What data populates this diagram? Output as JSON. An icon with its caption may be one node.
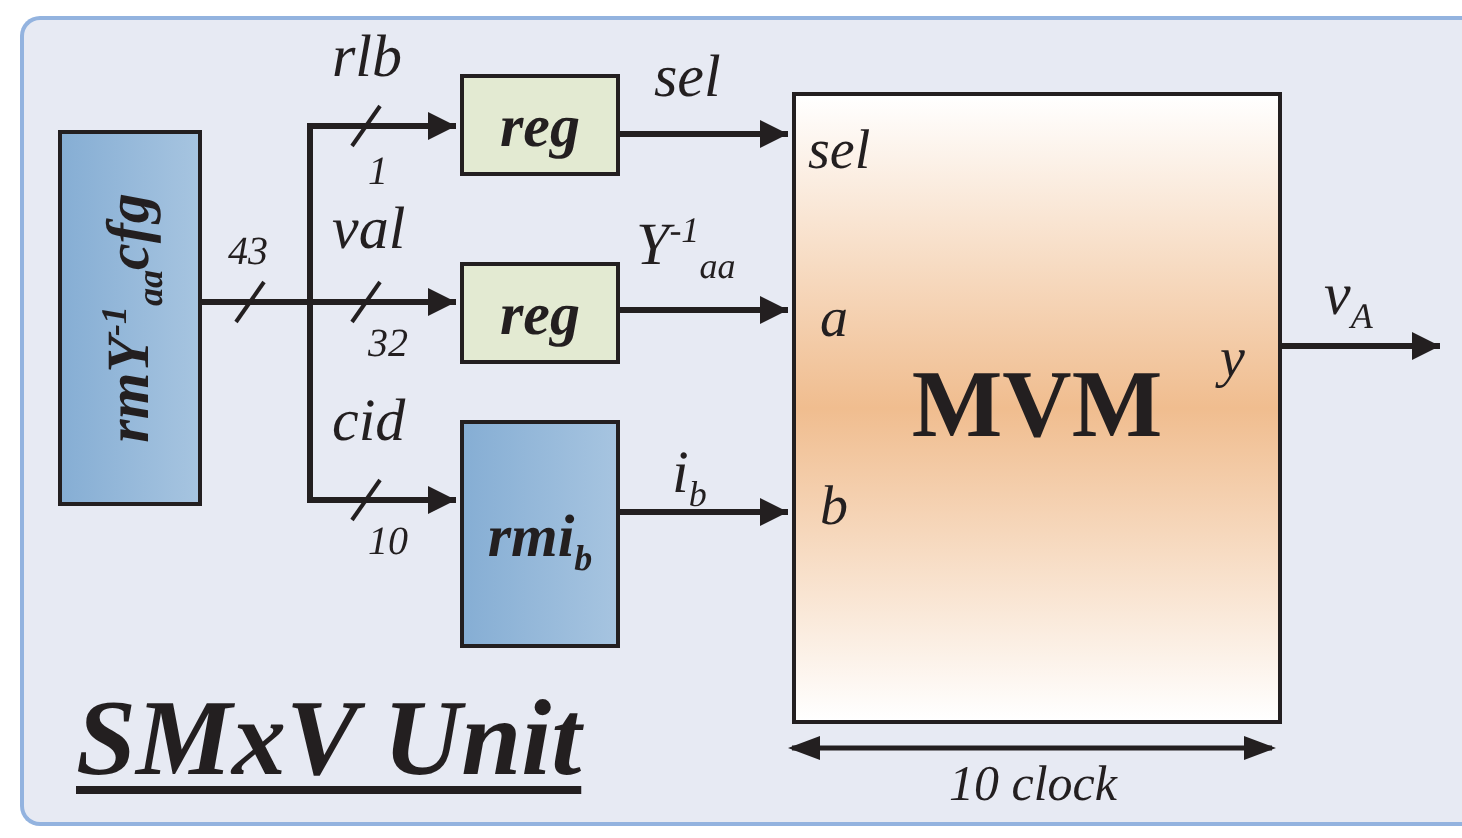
{
  "diagram": {
    "nodes": [
      {
        "text": [
          "SMxV Unit"
        ]
      },
      {
        "text": [
          "rmY$^{-1}$$_{aa}$cfg"
        ],
        "in": 0
      },
      {
        "text": [
          "reg"
        ],
        "in": 0
      },
      {
        "text": [
          "reg"
        ],
        "in": 0
      },
      {
        "text": [
          "rmi$_{b}$"
        ],
        "in": 0
      },
      {
        "text": [
          "MVM",
          "sel",
          "a",
          "b",
          "y"
        ],
        "in": 0,
        "beside": [
          "10 clock"
        ]
      }
    ],
    "edges": [
      {
        "from": 1,
        "to": 2,
        "arrow": "to",
        "label": "rlb"
      },
      {
        "from": 1,
        "to": 3,
        "arrow": "to",
        "label": "val"
      },
      {
        "from": 1,
        "to": 4,
        "arrow": "to",
        "label": "cid"
      },
      {
        "from": 2,
        "to": 5,
        "arrow": "to",
        "label": "sel"
      },
      {
        "from": 3,
        "to": 5,
        "arrow": "to",
        "label": "Y$^{-1}$$_{aa}$"
      },
      {
        "from": 4,
        "to": 5,
        "arrow": "to",
        "label": "i$_{b}$"
      },
      {
        "from": 5,
        "to": null,
        "arrow": "to",
        "label": "v$_{A}$"
      }
    ],
    "labels": [
      "43",
      "1",
      "32",
      "10"
    ]
  }
}
